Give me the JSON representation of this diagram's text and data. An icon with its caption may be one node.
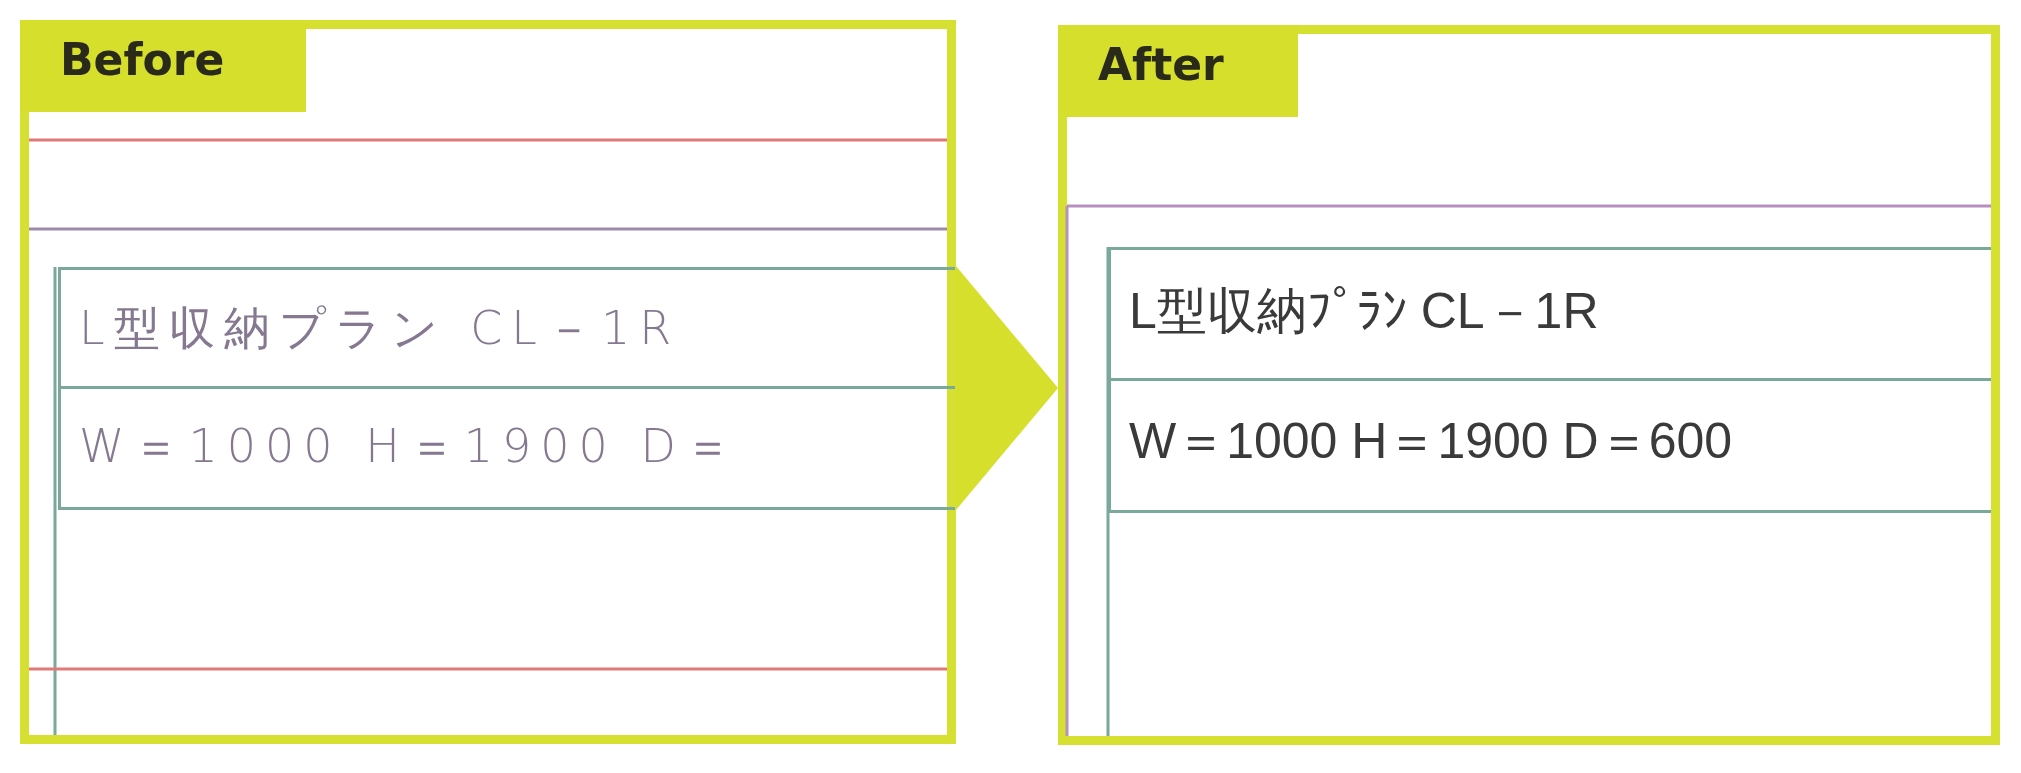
{
  "diagram": {
    "nodes": [
      {
        "text": [
          "Before"
        ]
      },
      {
        "text": [
          "After"
        ]
      },
      {
        "text": [
          "L型収納プラン CL－1R"
        ],
        "in": 0
      },
      {
        "text": [
          "W＝1000 H＝1900 D＝"
        ],
        "in": 0
      },
      {
        "text": [
          "L型収納ﾌﾟﾗﾝ CL－1R"
        ],
        "in": 1
      },
      {
        "text": [
          "W＝1000 H＝1900 D＝600"
        ],
        "in": 1
      }
    ],
    "edges": [
      {
        "from": 0,
        "to": 1,
        "arrow": "to"
      }
    ]
  }
}
